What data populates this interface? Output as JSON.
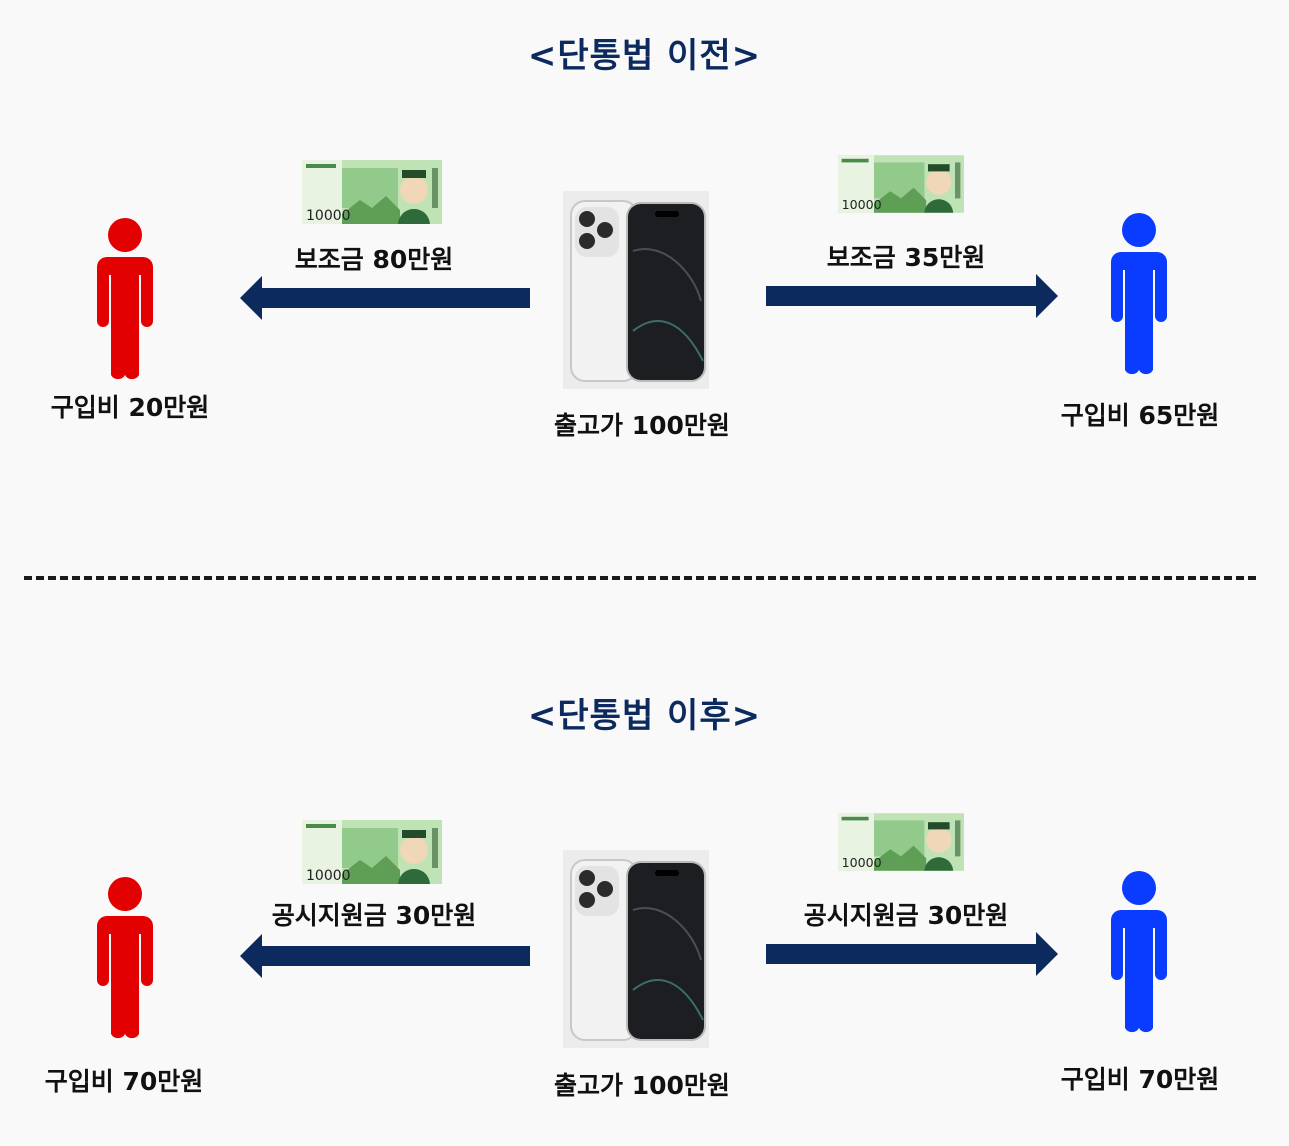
{
  "sections": [
    {
      "title": "<단통법 이전>",
      "left": {
        "subsidy_label": "보조금 80만원",
        "price_label": "구입비 20만원",
        "bill_text": "10000",
        "color": "#e30000"
      },
      "center": {
        "price_label": "출고가 100만원"
      },
      "right": {
        "subsidy_label": "보조금 35만원",
        "price_label": "구입비 65만원",
        "bill_text": "10000",
        "color": "#0a3cff"
      }
    },
    {
      "title": "<단통법 이후>",
      "left": {
        "subsidy_label": "공시지원금 30만원",
        "price_label": "구입비 70만원",
        "bill_text": "10000",
        "color": "#e30000"
      },
      "center": {
        "price_label": "출고가 100만원"
      },
      "right": {
        "subsidy_label": "공시지원금 30만원",
        "price_label": "구입비 70만원",
        "bill_text": "10000",
        "color": "#0a3cff"
      }
    }
  ],
  "colors": {
    "title": "#0c2a5e",
    "arrow": "#0c2a5e",
    "divider": "#1a1a1a"
  }
}
